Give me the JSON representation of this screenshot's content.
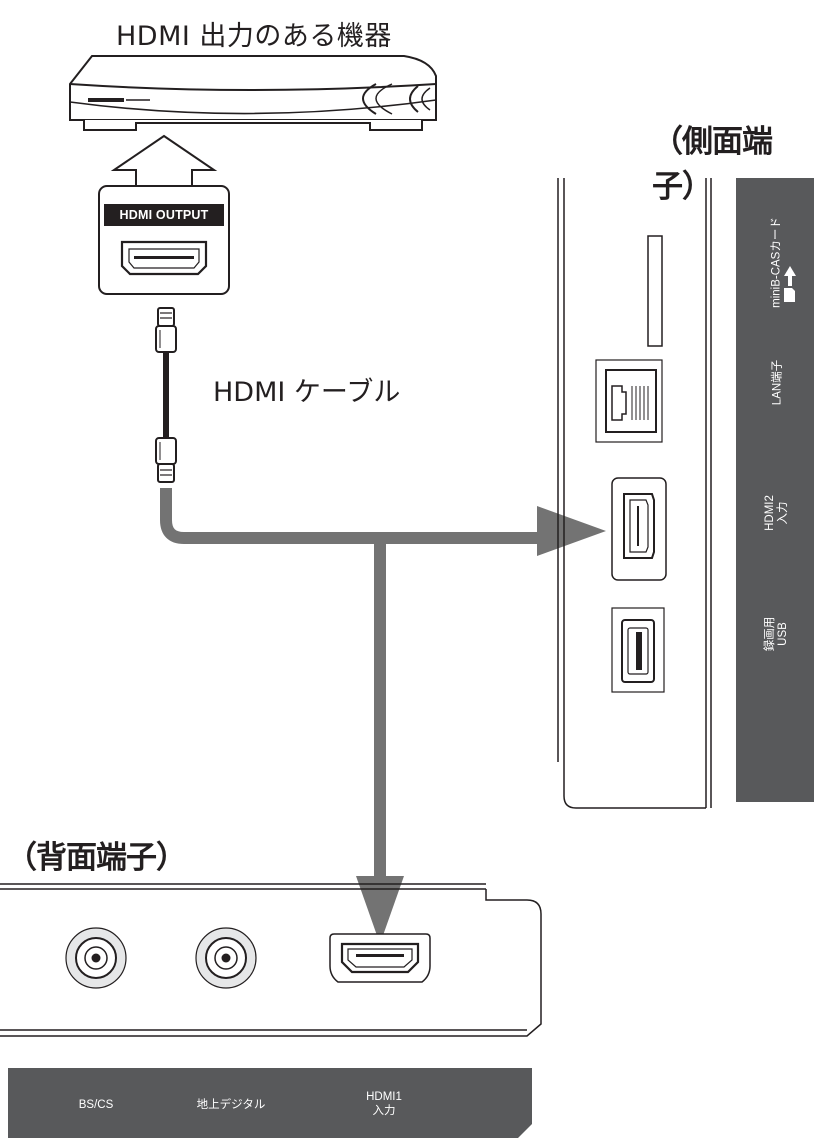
{
  "device": {
    "title": "HDMI 出力のある機器",
    "output_tag": "HDMI OUTPUT"
  },
  "cable": {
    "label": "HDMI ケーブル"
  },
  "side_panel": {
    "heading": "（側面端子）",
    "labels": {
      "minib_cas": "miniB-CASカード",
      "lan": "LAN端子",
      "hdmi2_line1": "HDMI2",
      "hdmi2_line2": "入力",
      "usb_line1": "録画用",
      "usb_line2": "USB"
    }
  },
  "rear_panel": {
    "heading": "（背面端子）",
    "labels": {
      "bs_cs": "BS/CS",
      "terrestrial": "地上デジタル",
      "hdmi1_line1": "HDMI1",
      "hdmi1_line2": "入力"
    }
  },
  "colors": {
    "arrow_gray": "#737373",
    "strip_gray": "#58595b",
    "line_dark": "#231f20"
  }
}
